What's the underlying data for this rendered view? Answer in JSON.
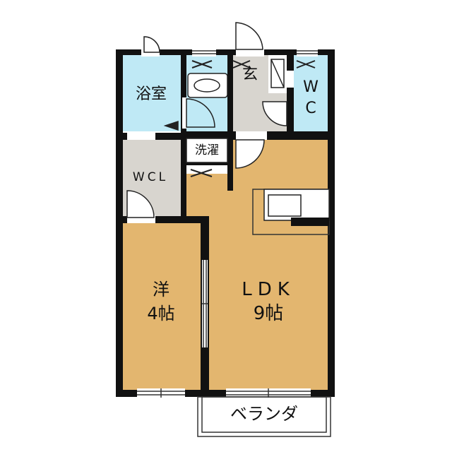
{
  "rooms": {
    "bath": {
      "label": "浴室"
    },
    "entrance": {
      "label": "玄"
    },
    "toilet": {
      "label_line1": "W",
      "label_line2": "C"
    },
    "laundry": {
      "label": "洗濯"
    },
    "closet": {
      "label": "WCL"
    },
    "western_room": {
      "label_line1": "洋",
      "label_line2": "4帖"
    },
    "ldk": {
      "label_line1": "LDK",
      "label_line2": "9帖"
    },
    "balcony": {
      "label": "ベランダ"
    }
  },
  "colors": {
    "wall": "#111111",
    "wet_area": "#bfe9f5",
    "hall": "#d8d5cf",
    "living": "#e3b66f",
    "outline": "#222222"
  }
}
